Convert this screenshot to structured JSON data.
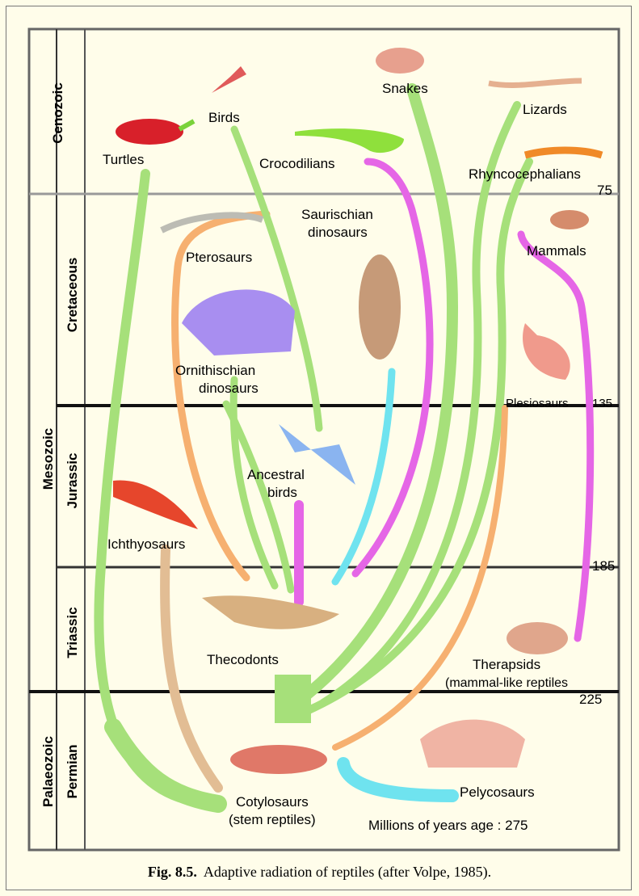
{
  "eras": {
    "cenozoic": "Cenozoic",
    "mesozoic": "Mesozoic",
    "palaeozoic": "Palaeozoic"
  },
  "periods": {
    "cretaceous": "Cretaceous",
    "jurassic": "Jurassic",
    "triassic": "Triassic",
    "permian": "Permian"
  },
  "groups": {
    "turtles": "Turtles",
    "birds": "Birds",
    "snakes": "Snakes",
    "lizards": "Lizards",
    "crocodilians": "Crocodilians",
    "rhyncocephalians": "Rhyncocephalians",
    "saurischian_1": "Saurischian",
    "saurischian_2": "dinosaurs",
    "pterosaurs": "Pterosaurs",
    "mammals": "Mammals",
    "ornithischian_1": "Ornithischian",
    "ornithischian_2": "dinosaurs",
    "plesiosaurs": "Plesiosaurs",
    "ancestral_birds_1": "Ancestral",
    "ancestral_birds_2": "birds",
    "ichthyosaurs": "Ichthyosaurs",
    "thecodonts": "Thecodonts",
    "therapsids_1": "Therapsids",
    "therapsids_2": "(mammal-like reptiles",
    "cotylosaurs_1": "Cotylosaurs",
    "cotylosaurs_2": "(stem  reptiles)",
    "pelycosaurs": "Pelycosaurs"
  },
  "ages": {
    "a75": "75",
    "a135": "135",
    "a185": "185",
    "a225": "225",
    "a275_label": "Millions of years age : 275"
  },
  "caption": {
    "number": "Fig. 8.5.",
    "text": "Adaptive radiation of reptiles (after Volpe, 1985)."
  },
  "colors": {
    "green": "#a6e07a",
    "orange": "#f6b070",
    "tan": "#e2bd94",
    "magenta": "#e566e6",
    "cyan": "#6fe3ef",
    "background": "#fffdea"
  }
}
